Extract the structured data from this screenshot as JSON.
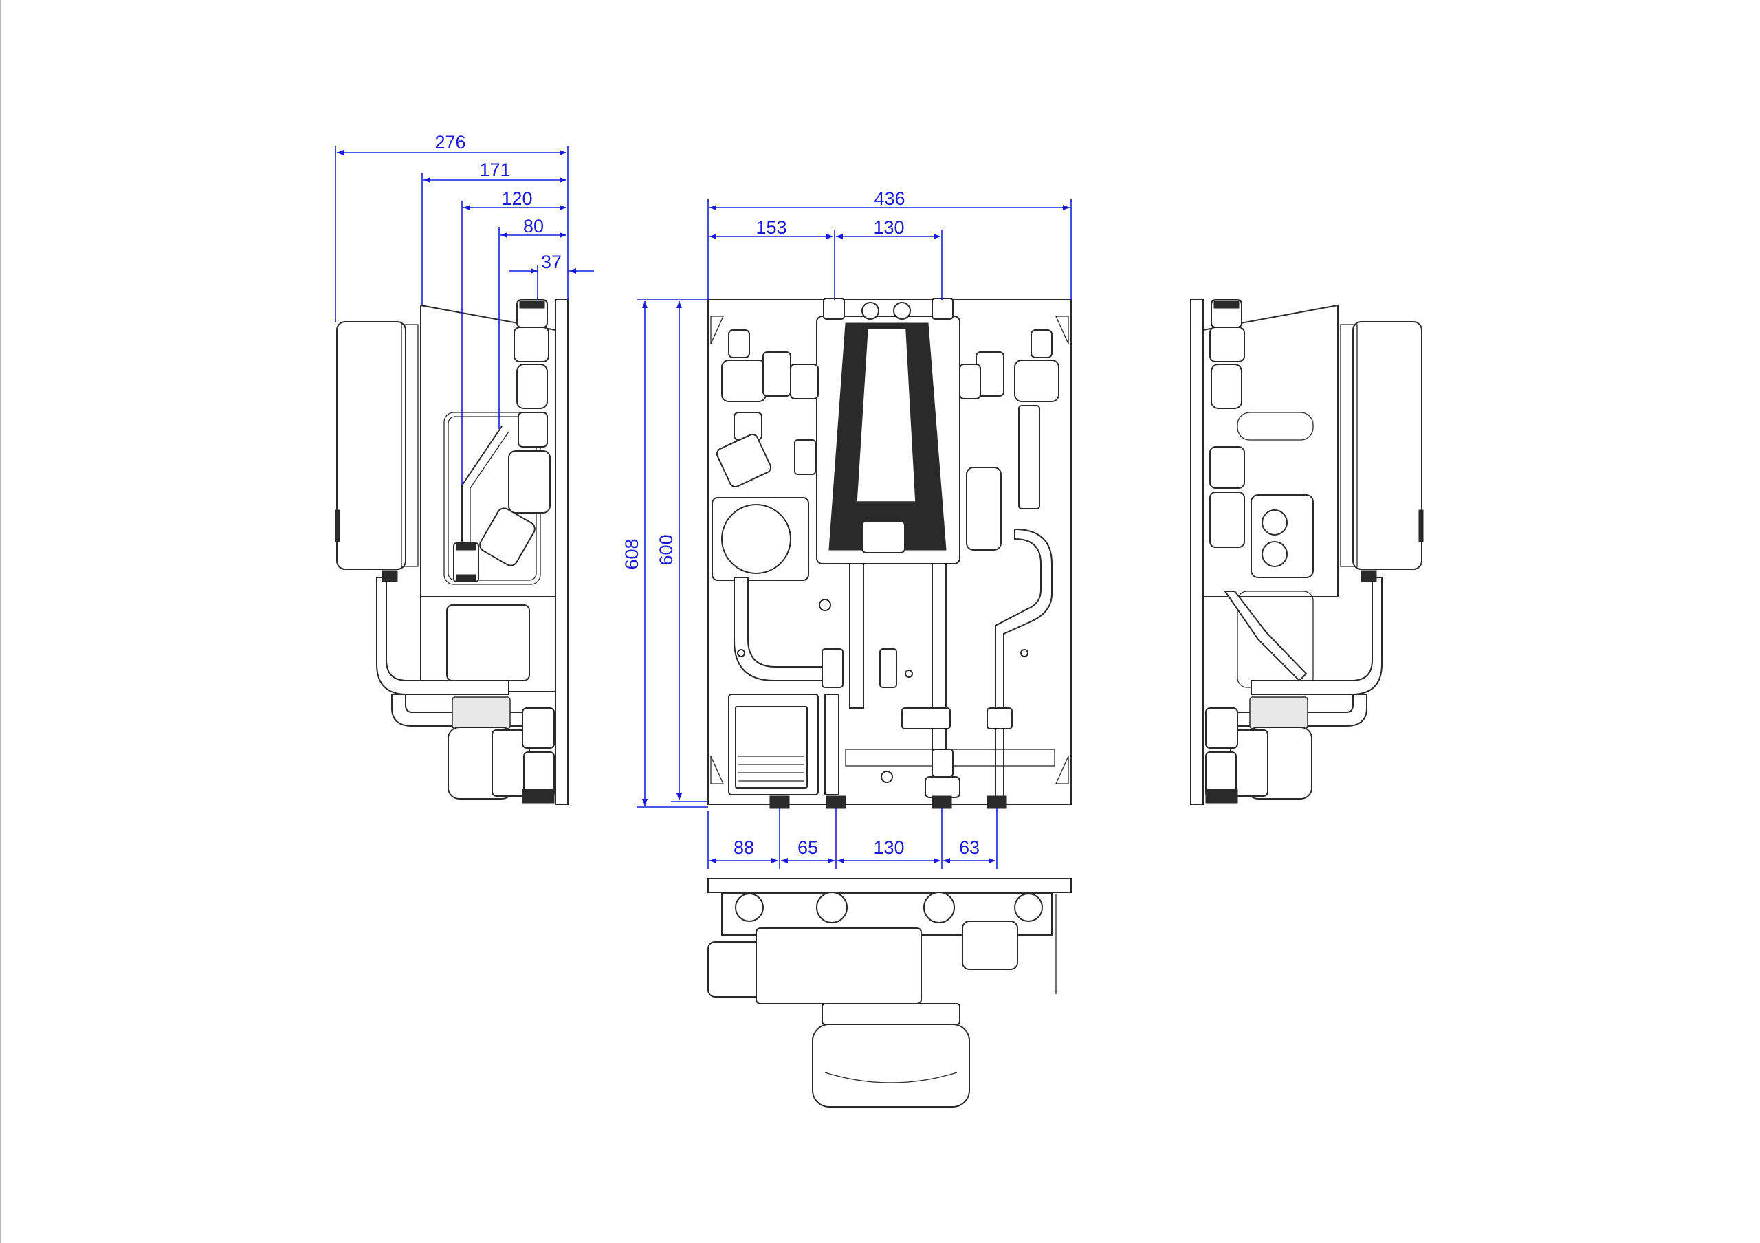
{
  "colors": {
    "dimension": "#1a1adb",
    "line": "#2a2a2a",
    "background": "#ffffff"
  },
  "dimensions": {
    "side_left": [
      "276",
      "171",
      "120",
      "80",
      "37"
    ],
    "front_top": {
      "overall": "436",
      "left": "153",
      "middle": "130"
    },
    "front_height": {
      "outer": "608",
      "inner": "600"
    },
    "front_bottom": [
      "88",
      "65",
      "130",
      "63"
    ]
  }
}
